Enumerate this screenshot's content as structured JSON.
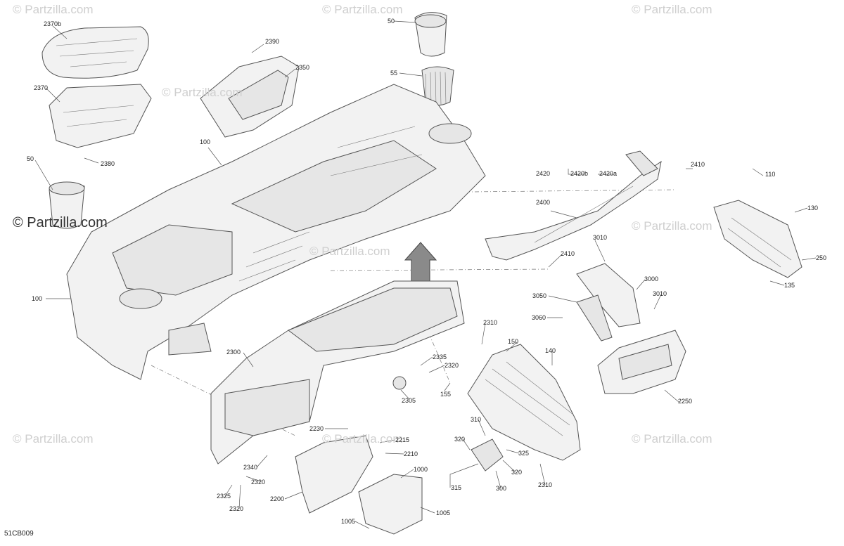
{
  "diagram": {
    "code": "51CB009",
    "watermarks": [
      "© Partzilla.com",
      "© Partzilla.com",
      "© Partzilla.com",
      "© Partzilla.com",
      "© Partzilla.com",
      "© Partzilla.com",
      "© Partzilla.com",
      "© Partzilla.com",
      "© Partzilla.com"
    ],
    "brand_watermark": "© Partzilla.com",
    "labels": [
      "2370b",
      "2370",
      "2380",
      "2390",
      "2350",
      "50",
      "55",
      "100",
      "50",
      "100",
      "2420",
      "2420b",
      "2420a",
      "2410",
      "110",
      "130",
      "2400",
      "3010",
      "250",
      "2410",
      "3000",
      "135",
      "3050",
      "3010",
      "3060",
      "2310",
      "2300",
      "150",
      "140",
      "2335",
      "2320",
      "155",
      "2305",
      "2250",
      "2230",
      "2215",
      "2210",
      "310",
      "320",
      "325",
      "2340",
      "320",
      "2320",
      "1000",
      "2325",
      "2200",
      "315",
      "300",
      "2310",
      "2320",
      "1005",
      "1005"
    ]
  }
}
